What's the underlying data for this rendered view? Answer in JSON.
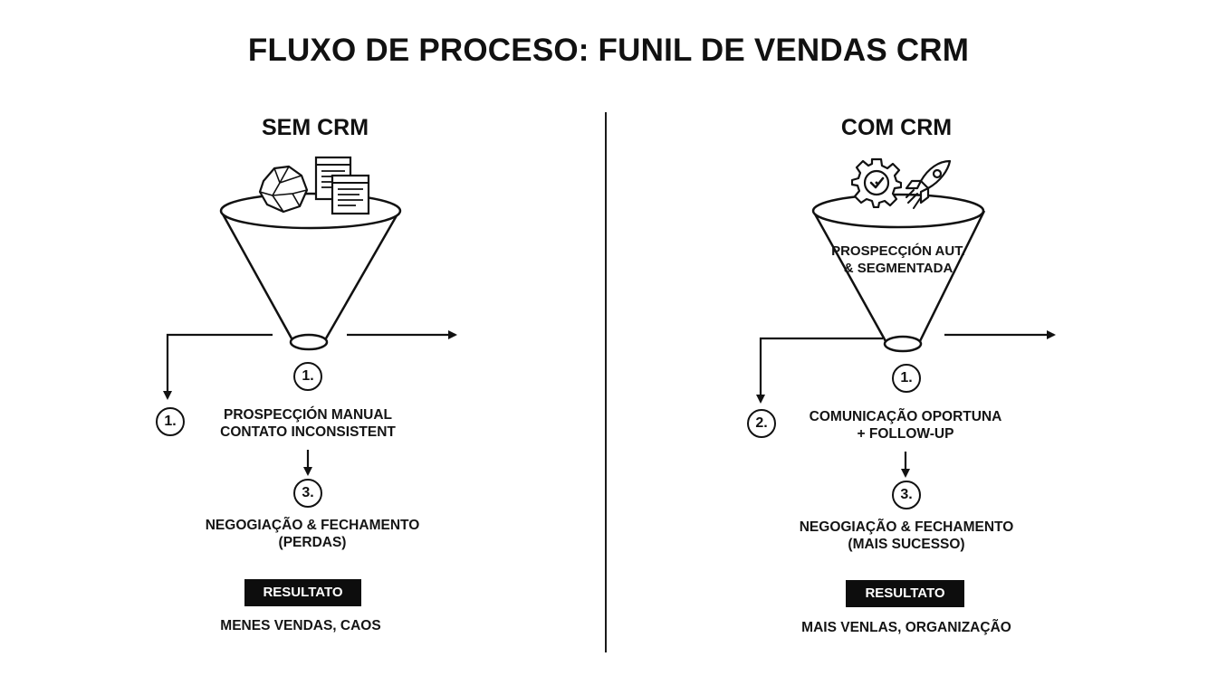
{
  "title": "FLUXO DE PROCESO: FUNIL DE VENDAS CRM",
  "left": {
    "heading": "SEM CRM",
    "step1_number_top": "1.",
    "step1_number_side": "1.",
    "step1_label_line1": "PROSPECÇIÓN MANUAL",
    "step1_label_line2": "CONTATO INCONSISTENT",
    "step3_number": "3.",
    "step3_label_line1": "NEGOGIAÇÃO & FECHAMENTO",
    "step3_label_line2": "(PERDAS)",
    "result_badge": "RESULTATO",
    "result_text": "MENES VENDAS, CAOS",
    "icons": [
      "crumpled-paper-icon",
      "document-stack-icon"
    ]
  },
  "right": {
    "heading": "COM CRM",
    "funnel_label_line1": "PROSPECÇIÓN AUT.",
    "funnel_label_line2": "& SEGMENTADA",
    "step1_number": "1.",
    "step2_number": "2.",
    "step2_label_line1": "COMUNICAÇÃO OPORTUNA",
    "step2_label_line2": "+ FOLLOW-UP",
    "step3_number": "3.",
    "step3_label_line1": "NEGOGIAÇÃO & FECHAMENTO",
    "step3_label_line2": "(MAIS SUCESSO)",
    "result_badge": "RESULTATO",
    "result_text": "MAIS VENLAS, ORGANIZAÇÃO",
    "icons": [
      "gear-check-icon",
      "rocket-icon"
    ]
  },
  "colors": {
    "ink": "#111111",
    "badge_bg": "#0d0d0d",
    "background": "#ffffff"
  }
}
